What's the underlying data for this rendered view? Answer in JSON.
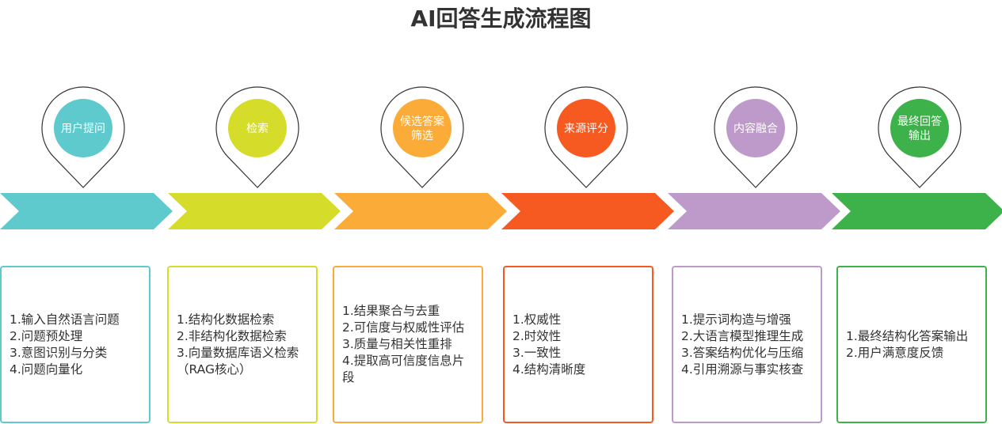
{
  "title": "AI回答生成流程图",
  "colors": {
    "stage1": "#5ECACD",
    "stage2": "#D5DC2A",
    "stage3": "#FBAC38",
    "stage4": "#F75A20",
    "stage5": "#BE9ACB",
    "stage6": "#3DB14A"
  },
  "stages": [
    {
      "pin_lines": [
        "用户提问"
      ],
      "color": "#5ECACD",
      "items": [
        "1.输入自然语言问题",
        "2.问题预处理",
        "3.意图识别与分类",
        "4.问题向量化"
      ]
    },
    {
      "pin_lines": [
        "检索"
      ],
      "color": "#D5DC2A",
      "items": [
        "1.结构化数据检索",
        "2.非结构化数据检索",
        "3.向量数据库语义检索",
        "（RAG核心）"
      ]
    },
    {
      "pin_lines": [
        "候选答案",
        "筛选"
      ],
      "color": "#FBAC38",
      "items": [
        "1.结果聚合与去重",
        "2.可信度与权威性评估",
        "3.质量与相关性重排",
        "4.提取高可信度信息片",
        "段"
      ]
    },
    {
      "pin_lines": [
        "来源评分"
      ],
      "color": "#F75A20",
      "items": [
        "1.权威性",
        "2.时效性",
        "3.一致性",
        "4.结构清晰度"
      ]
    },
    {
      "pin_lines": [
        "内容融合"
      ],
      "color": "#BE9ACB",
      "items": [
        "1.提示词构造与增强",
        "2.大语言模型推理生成",
        "3.答案结构优化与压缩",
        "4.引用溯源与事实核查"
      ]
    },
    {
      "pin_lines": [
        "最终回答",
        "输出"
      ],
      "color": "#3DB14A",
      "items": [
        "1.最终结构化答案输出",
        "2.用户满意度反馈"
      ]
    }
  ]
}
